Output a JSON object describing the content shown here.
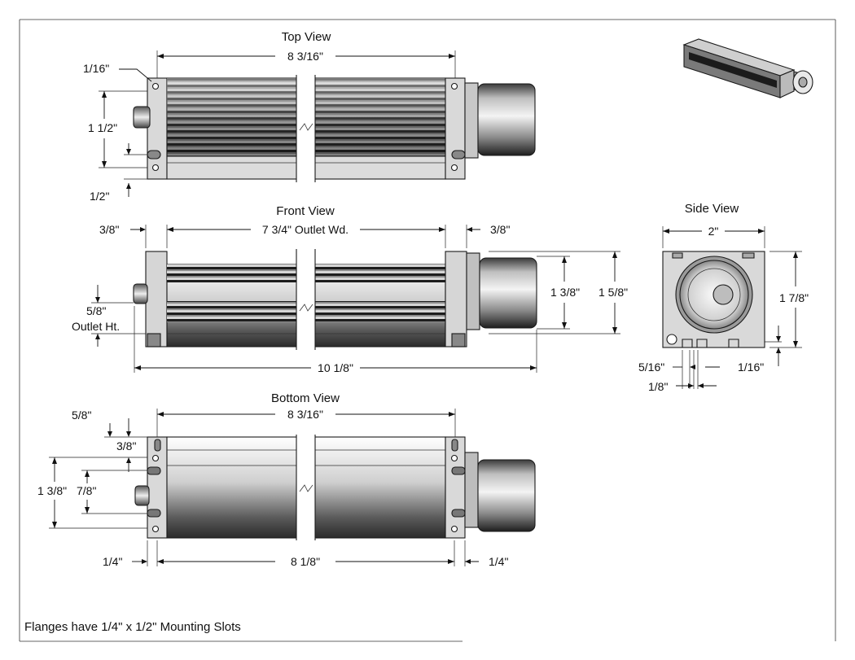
{
  "views": {
    "top": {
      "title": "Top View",
      "overall_length": "8 3/16\"",
      "flange_hole": "1/16\"",
      "height": "1 1/2\"",
      "offset": "1/2\""
    },
    "front": {
      "title": "Front View",
      "flange_left": "3/8\"",
      "outlet_width": "7 3/4\" Outlet Wd.",
      "flange_right": "3/8\"",
      "outlet_height_value": "5/8\"",
      "outlet_height_label": "Outlet Ht.",
      "motor_height": "1 3/8\"",
      "housing_height": "1 5/8\"",
      "overall_length": "10 1/8\""
    },
    "side": {
      "title": "Side View",
      "width": "2\"",
      "height": "1 7/8\"",
      "slot_offset": "5/16\"",
      "lip": "1/16\"",
      "slot_width": "1/8\""
    },
    "bottom": {
      "title": "Bottom View",
      "overall_length": "8 3/16\"",
      "slot_top": "5/8\"",
      "slot_gap": "3/8\"",
      "overall_height": "1 3/8\"",
      "slot_spacing": "7/8\"",
      "flange_left": "1/4\"",
      "span": "8 1/8\"",
      "flange_right": "1/4\""
    }
  },
  "note": "Flanges have 1/4\" x 1/2\" Mounting Slots"
}
